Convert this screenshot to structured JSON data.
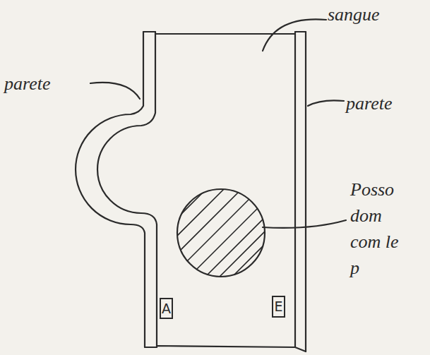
{
  "diagram": {
    "nodes": [
      {
        "text": [
          "A"
        ]
      },
      {
        "text": [
          "E"
        ]
      }
    ],
    "labels": [
      "parete",
      "sangue",
      "parete",
      "Posso dom com le p"
    ]
  }
}
